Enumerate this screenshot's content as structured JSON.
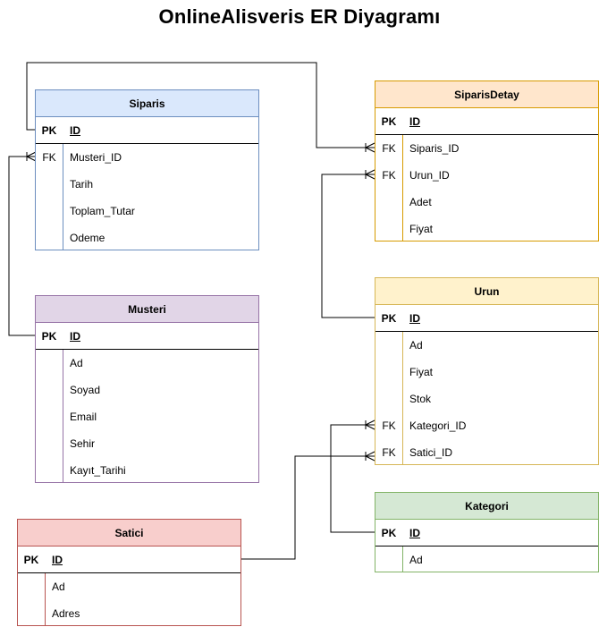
{
  "title": "OnlineAlisveris ER Diyagramı",
  "colors": {
    "siparis": "#6c8ebf",
    "siparis_detay": "#d79b00",
    "musteri": "#9673a6",
    "urun": "#d6b656",
    "kategori": "#82b366",
    "satici": "#b85450"
  },
  "entities": {
    "siparis": {
      "name": "Siparis",
      "rows": [
        {
          "key": "PK",
          "field": "ID"
        },
        {
          "key": "FK",
          "field": "Musteri_ID"
        },
        {
          "key": "",
          "field": "Tarih"
        },
        {
          "key": "",
          "field": "Toplam_Tutar"
        },
        {
          "key": "",
          "field": "Odeme"
        }
      ]
    },
    "siparis_detay": {
      "name": "SiparisDetay",
      "rows": [
        {
          "key": "PK",
          "field": "ID"
        },
        {
          "key": "FK",
          "field": "Siparis_ID"
        },
        {
          "key": "FK",
          "field": "Urun_ID"
        },
        {
          "key": "",
          "field": "Adet"
        },
        {
          "key": "",
          "field": "Fiyat"
        }
      ]
    },
    "musteri": {
      "name": "Musteri",
      "rows": [
        {
          "key": "PK",
          "field": "ID"
        },
        {
          "key": "",
          "field": "Ad"
        },
        {
          "key": "",
          "field": "Soyad"
        },
        {
          "key": "",
          "field": "Email"
        },
        {
          "key": "",
          "field": "Sehir"
        },
        {
          "key": "",
          "field": "Kayıt_Tarihi"
        }
      ]
    },
    "urun": {
      "name": "Urun",
      "rows": [
        {
          "key": "PK",
          "field": "ID"
        },
        {
          "key": "",
          "field": "Ad"
        },
        {
          "key": "",
          "field": "Fiyat"
        },
        {
          "key": "",
          "field": "Stok"
        },
        {
          "key": "FK",
          "field": "Kategori_ID"
        },
        {
          "key": "FK",
          "field": "Satici_ID"
        }
      ]
    },
    "kategori": {
      "name": "Kategori",
      "rows": [
        {
          "key": "PK",
          "field": "ID"
        },
        {
          "key": "",
          "field": "Ad"
        }
      ]
    },
    "satici": {
      "name": "Satici",
      "rows": [
        {
          "key": "PK",
          "field": "ID"
        },
        {
          "key": "",
          "field": "Ad"
        },
        {
          "key": "",
          "field": "Adres"
        }
      ]
    }
  }
}
